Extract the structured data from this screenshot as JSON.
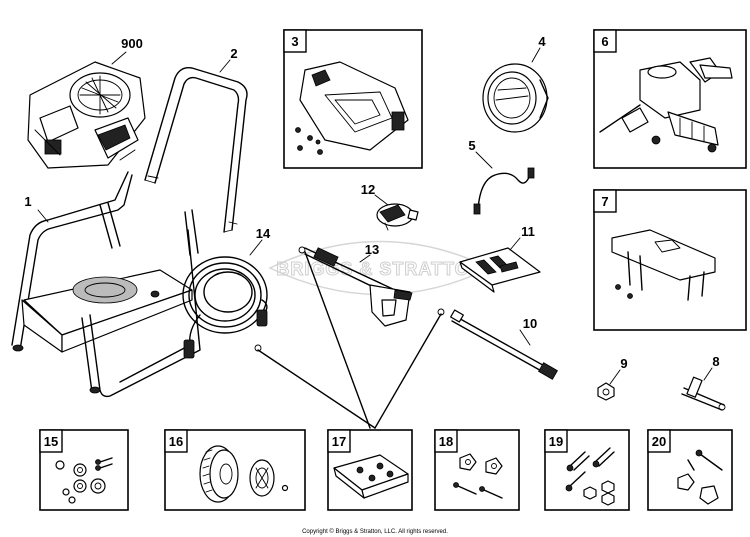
{
  "watermark": "BRIGGS & STRATTON",
  "copyright": "Copyright © Briggs & Stratton, LLC. All rights reserved.",
  "callouts": {
    "c900": "900",
    "c2": "2",
    "c1": "1",
    "c4": "4",
    "c5": "5",
    "c8": "8",
    "c9": "9",
    "c10": "10",
    "c11": "11",
    "c12": "12",
    "c13": "13",
    "c14": "14"
  },
  "boxes": {
    "b3": "3",
    "b6": "6",
    "b7": "7",
    "b15": "15",
    "b16": "16",
    "b17": "17",
    "b18": "18",
    "b19": "19",
    "b20": "20"
  }
}
